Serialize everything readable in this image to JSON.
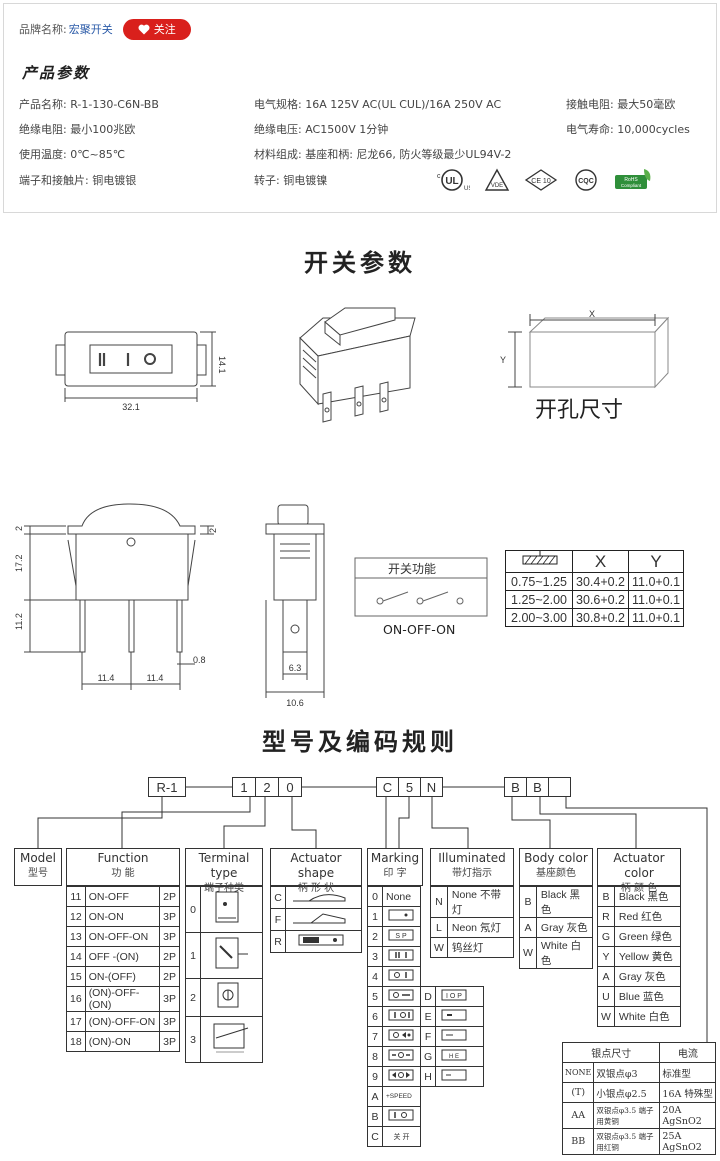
{
  "header": {
    "brand_label": "品牌名称:",
    "brand_name": "宏聚开关",
    "follow_label": "关注",
    "title": "产品参数"
  },
  "params": [
    {
      "text": "产品名称: R-1-130-C6N-BB"
    },
    {
      "text": "电气规格: 16A  125V  AC(UL CUL)/16A 250V  AC"
    },
    {
      "text": "接触电阻: 最大50毫欧"
    },
    {
      "text": "绝缘电阻: 最小100兆欧"
    },
    {
      "text": "绝缘电压: AC1500V 1分钟"
    },
    {
      "text": "电气寿命: 10,000cycles"
    },
    {
      "text": "使用温度: 0℃~85℃"
    },
    {
      "text": "材料组成: 基座和柄: 尼龙66, 防火等级最少UL94V-2"
    },
    {
      "text": "端子和接触片: 铜电镀银"
    },
    {
      "text": "转子: 铜电镀镍"
    }
  ],
  "certs": [
    "cUL US",
    "VDE",
    "CE 10",
    "CQC",
    "RoHS Compliant"
  ],
  "section1_title": "开关参数",
  "section2_title": "型号及编码规则",
  "drawing": {
    "front_width": "32.1",
    "front_height": "14.1",
    "hole_x": "X",
    "hole_y": "Y",
    "hole_label": "开孔尺寸",
    "side_dims": [
      "2",
      "17.2",
      "11.2",
      "0.8",
      "11.4",
      "11.4",
      "2",
      "6.3",
      "10.6"
    ],
    "switch_function_label": "开关功能",
    "switch_mode": "ON-OFF-ON"
  },
  "dim_table": {
    "headers": [
      "",
      "X",
      "Y"
    ],
    "rows": [
      [
        "0.75~1.25",
        "30.4+0.2",
        "11.0+0.1"
      ],
      [
        "1.25~2.00",
        "30.6+0.2",
        "11.0+0.1"
      ],
      [
        "2.00~3.00",
        "30.8+0.2",
        "11.0+0.1"
      ]
    ]
  },
  "code": {
    "cells": [
      "R-1",
      "1",
      "2",
      "0",
      "C",
      "5",
      "N",
      "B",
      "B",
      ""
    ]
  },
  "columns": {
    "model": {
      "en": "Model",
      "cn": "型号"
    },
    "function": {
      "en": "Function",
      "cn": "功  能"
    },
    "terminal": {
      "en": "Terminal type",
      "cn": "端子种类"
    },
    "actuator_shape": {
      "en": "Actuator shape",
      "cn": "柄 形 状"
    },
    "marking": {
      "en": "Marking",
      "cn": "印  字"
    },
    "illuminated": {
      "en": "Illuminated",
      "cn": "带灯指示"
    },
    "body_color": {
      "en": "Body color",
      "cn": "基座颜色"
    },
    "actuator_color": {
      "en": "Actuator color",
      "cn": "柄 颜 色"
    }
  },
  "function_rows": [
    [
      "11",
      "ON-OFF",
      "2P"
    ],
    [
      "12",
      "ON-ON",
      "3P"
    ],
    [
      "13",
      "ON-OFF-ON",
      "3P"
    ],
    [
      "14",
      "OFF -(ON)",
      "2P"
    ],
    [
      "15",
      "ON-(OFF)",
      "2P"
    ],
    [
      "16",
      "(ON)-OFF-(ON)",
      "3P"
    ],
    [
      "17",
      "(ON)-OFF-ON",
      "3P"
    ],
    [
      "18",
      "(ON)-ON",
      "3P"
    ]
  ],
  "terminal_rows": [
    "0",
    "1",
    "2",
    "3"
  ],
  "shape_rows": [
    "C",
    "F",
    "R"
  ],
  "marking_rows_left": [
    "0",
    "1",
    "2",
    "3",
    "4",
    "5",
    "6",
    "7",
    "8",
    "9",
    "A",
    "B",
    "C"
  ],
  "marking_none": "None",
  "marking_speed": "+SPEED",
  "marking_kaiguan": "关 开",
  "marking_rows_right": [
    "D",
    "E",
    "F",
    "G",
    "H"
  ],
  "illuminated_rows": [
    [
      "N",
      "None 不带灯"
    ],
    [
      "L",
      "Neon 氖灯"
    ],
    [
      "W",
      "钨丝灯"
    ]
  ],
  "body_color_rows": [
    [
      "B",
      "Black 黑色"
    ],
    [
      "A",
      "Gray 灰色"
    ],
    [
      "W",
      "White 白色"
    ]
  ],
  "actuator_color_rows": [
    [
      "B",
      "Black 黑色"
    ],
    [
      "R",
      "Red  红色"
    ],
    [
      "G",
      "Green 绿色"
    ],
    [
      "Y",
      "Yellow 黄色"
    ],
    [
      "A",
      "Gray 灰色"
    ],
    [
      "U",
      "Blue  蓝色"
    ],
    [
      "W",
      "White 白色"
    ]
  ],
  "silver_table": {
    "headers": [
      "银点尺寸",
      "电流"
    ],
    "rows": [
      [
        "NONE",
        "双银点φ3",
        "标准型"
      ],
      [
        "(T)",
        "小银点φ2.5",
        "16A 特殊型"
      ],
      [
        "AA",
        "双银点φ3.5 端子用黄铜",
        "20A AgSnO2"
      ],
      [
        "BB",
        "双银点φ3.5 端子用红铜",
        "25A AgSnO2"
      ]
    ]
  }
}
